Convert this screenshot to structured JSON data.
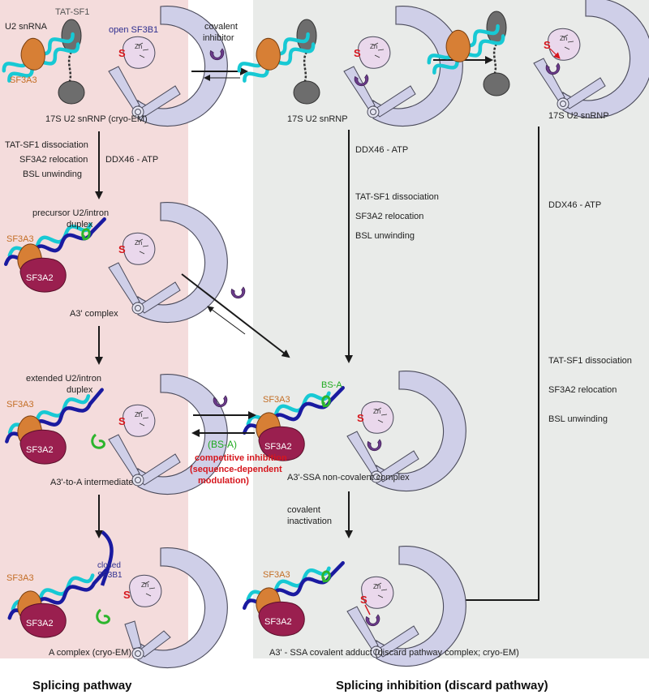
{
  "colors": {
    "left_panel_bg": "#f4dcdc",
    "right_panel_bg": "#e9ebe9",
    "sf3b1": "#cfcfe8",
    "sf3b1_stroke": "#4a4a5a",
    "sf3a3": "#d77f35",
    "sf3a2": "#9a1f4f",
    "u2_snrna": "#17c9d4",
    "intron": "#1a1aa0",
    "bs_a": "#2db52d",
    "inhibitor": "#6b3b8b",
    "tat_sf1": "#6d6d6d",
    "zinc_domain": "#ead8ec",
    "competitive_text": "#d6161d",
    "open_sf3b1_text": "#2e2e8f",
    "sf3a3_text": "#c36d24",
    "bs_text": "#1faa1f"
  },
  "labels": {
    "u2_snrna": "U2 snRNA",
    "tat_sf1": "TAT-SF1",
    "open_sf3b1": "open SF3B1",
    "sf3a3": "SF3A3",
    "sf3a2": "SF3A2",
    "closed_sf3b1_line1": "closed",
    "closed_sf3b1_line2": "SF3B1",
    "bs_a": "BS-A",
    "s": "S",
    "zn": "Zn"
  },
  "captions": {
    "c1": "17S U2 snRNP (cryo-EM)",
    "c2": "17S U2 snRNP",
    "c3": "17S U2 snRNP",
    "precursor_line1": "precursor U2/intron",
    "precursor_line2": "duplex",
    "a3_complex": "A3' complex",
    "extended_line1": "extended U2/intron",
    "extended_line2": "duplex",
    "a3_to_a": "A3'-to-A intermediate",
    "a_complex": "A complex (cryo-EM)",
    "a3_ssa_noncovalent": "A3'-SSA non-covalent complex",
    "a3_ssa_covalent": "A3' - SSA covalent adduct (discard pathway complex; cryo-EM)"
  },
  "steps": {
    "covalent_inhibitor_line1": "covalent",
    "covalent_inhibitor_line2": "inhibitor",
    "left_step_1": "TAT-SF1 dissociation",
    "left_step_2": "SF3A2 relocation",
    "left_step_3": "BSL unwinding",
    "left_ddx46": "DDX46 - ATP",
    "mid_ddx46": "DDX46 - ATP",
    "mid_step_1": "TAT-SF1 dissociation",
    "mid_step_2": "SF3A2 relocation",
    "mid_step_3": "BSL unwinding",
    "right_ddx46": "DDX46 - ATP",
    "right_step_1": "TAT-SF1 dissociation",
    "right_step_2": "SF3A2 relocation",
    "right_step_3": "BSL unwinding",
    "bs_a_paren": "(BS-A)",
    "competitive_line1": "competitive inhibition",
    "competitive_line2": "(sequence-dependent",
    "competitive_line3": "modulation)",
    "covalent_inactivation_line1": "covalent",
    "covalent_inactivation_line2": "inactivation"
  },
  "footer": {
    "splicing_pathway": "Splicing pathway",
    "splicing_inhibition": "Splicing inhibition (discard pathway)"
  }
}
